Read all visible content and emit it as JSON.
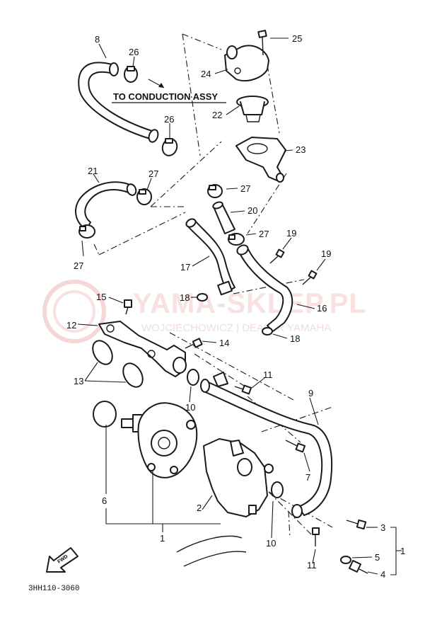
{
  "labels": {
    "p1a": "1",
    "p1b": "1",
    "p2": "2",
    "p3": "3",
    "p4": "4",
    "p5": "5",
    "p6": "6",
    "p7": "7",
    "p8": "8",
    "p9": "9",
    "p10a": "10",
    "p10b": "10",
    "p11a": "11",
    "p11b": "11",
    "p12": "12",
    "p13": "13",
    "p14": "14",
    "p15": "15",
    "p16": "16",
    "p17": "17",
    "p18a": "18",
    "p18b": "18",
    "p19a": "19",
    "p19b": "19",
    "p20": "20",
    "p21": "21",
    "p22": "22",
    "p23": "23",
    "p24": "24",
    "p25": "25",
    "p26a": "26",
    "p26b": "26",
    "p27a": "27",
    "p27b": "27",
    "p27c": "27",
    "p27d": "27"
  },
  "conduction_note": "TO CONDUCTION ASSY",
  "fwd_label": "FWD",
  "diagram_code": "3HH110-3060",
  "watermark": {
    "title": "YAMA-SKLEP.PL",
    "subtitle": "WOJCIECHOWICZ | DEALER YAMAHA"
  }
}
